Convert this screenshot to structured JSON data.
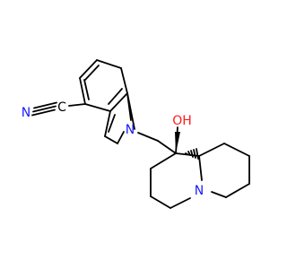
{
  "structure": {
    "atom_labels": {
      "nitrile_n": "N",
      "nitrile_c": "C",
      "indole_n": "N",
      "hydroxyl": "OH",
      "quinolizidine_n": "N"
    },
    "colors": {
      "bond": "#000000",
      "nitrogen": "#1a1aff",
      "oxygen": "#ff1a1a",
      "carbon": "#000000"
    }
  }
}
